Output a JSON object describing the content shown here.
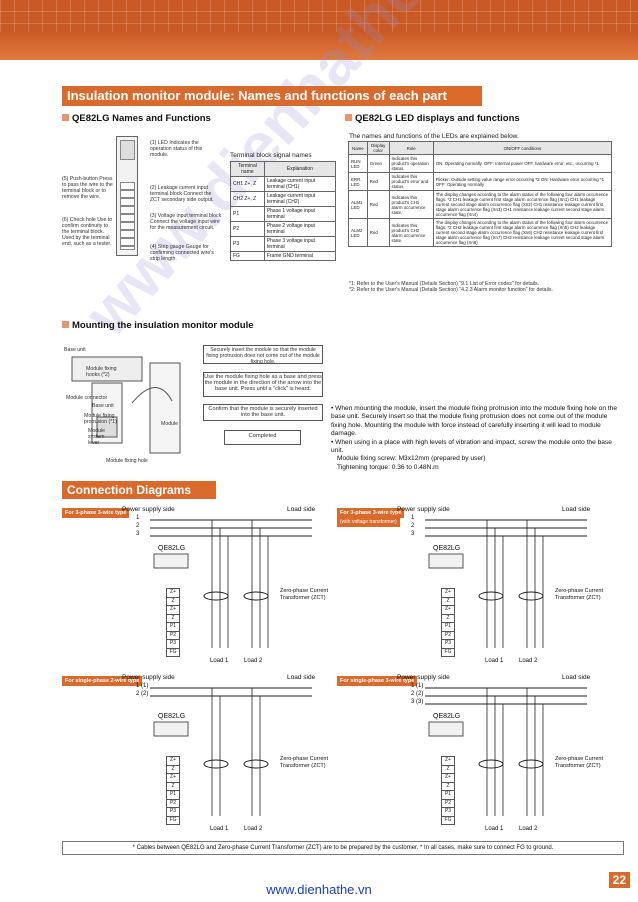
{
  "header": {
    "title": "Insulation monitor module: Names and functions of each part"
  },
  "names_section": {
    "heading": "QE82LG Names and Functions",
    "callouts": [
      {
        "num": "(1)",
        "text": "LED Indicates the operation status of this module."
      },
      {
        "num": "(5)",
        "text": "Push-button Press to pass the wire to the terminal block or to remove the wire."
      },
      {
        "num": "(2)",
        "text": "Leakage current input terminal block Connect the ZCT secondary side output."
      },
      {
        "num": "(3)",
        "text": "Voltage input terminal block Connect the voltage input wire for the measurement circuit."
      },
      {
        "num": "(6)",
        "text": "Check hole Use to confirm continuity to the terminal block. Used by the terminal end, such as a tester."
      },
      {
        "num": "(4)",
        "text": "Strip gauge Gauge for confirming connected wire's strip length."
      }
    ],
    "terminal_table": {
      "caption": "Terminal block signal names",
      "headers": [
        "Terminal name",
        "Explanation"
      ],
      "rows": [
        [
          "CH1 Z+, Z",
          "Leakage current input terminal (CH1)"
        ],
        [
          "CH2 Z+, Z",
          "Leakage current input terminal (CH2)"
        ],
        [
          "P1",
          "Phase 1 voltage input terminal"
        ],
        [
          "P2",
          "Phase 2 voltage input terminal"
        ],
        [
          "P3",
          "Phase 3 voltage input terminal"
        ],
        [
          "FG",
          "Frame GND terminal"
        ]
      ]
    }
  },
  "led_section": {
    "heading": "QE82LG LED displays and functions",
    "intro": "The names and functions of the LEDs are explained below.",
    "headers": [
      "Name",
      "Display color",
      "Role",
      "ON/OFF conditions"
    ],
    "rows": [
      {
        "name": "RUN LED",
        "color": "Green",
        "role": "Indicates this product's operation status.",
        "cond": "ON: Operating normally. OFF: Internal power OFF, hardware error, etc., occurring *1"
      },
      {
        "name": "ERR. LED",
        "color": "Red",
        "role": "Indicates this product's error and status.",
        "cond": "Flicker: Outside setting value range error occurring *2 ON: Hardware error occurring *1 OFF: Operating normally"
      },
      {
        "name": "ALM1 LED",
        "color": "Red",
        "role": "Indicates this product's CH1 alarm occurrence state.",
        "cond": "The display changes according to the alarm status of the following four alarm occurrence flags. *2 CH1 leakage current first stage alarm occurrence flag (Xn1) CH1 leakage current second stage alarm occurrence flag (Xn2) CH1 resistance leakage current first stage alarm occurrence flag (Xn3) CH1 resistance leakage current second stage alarm occurrence flag (Xn4)"
      },
      {
        "name": "ALM2 LED",
        "color": "Red",
        "role": "Indicates this product's CH2 alarm occurrence state.",
        "cond": "The display changes according to the alarm status of the following four alarm occurrence flags. *2 CH2 leakage current first stage alarm occurrence flag (Xn5) CH2 leakage current second stage alarm occurrence flag (Xn6) CH2 resistance leakage current first stage alarm occurrence flag (Xn7) CH2 resistance leakage current second stage alarm occurrence flag (Xn8)"
      }
    ],
    "notes": [
      "*1: Refer to the User's Manual (Details Section) \"9.1 List of Error codes\" for details.",
      "*2: Refer to the User's Manual (Details Section) \"4.2.3 Alarm monitor function\" for details."
    ]
  },
  "mounting_section": {
    "heading": "Mounting the insulation monitor module",
    "labels": [
      "Base unit",
      "Module fixing hooks (*2)",
      "Module connector",
      "Base unit",
      "Module fixing protrusion (*1)",
      "Module system lever",
      "Module",
      "Module fixing hole"
    ],
    "steps": [
      "Securely insert the module so that the module fixing protrusion does not come out of the module fixing hole.",
      "Use the module fixing hole as a base and press the module in the direction of the arrow into the base unit. Press until a \"click\" is heard.",
      "Confirm that the module is securely inserted into the base unit.",
      "Completed"
    ],
    "bullets": [
      "When mounting the module, insert the module fixing protrusion into the module fixing hole on the base unit. Securely insert so that the module fixing protrusion does not come out of the module fixing hole. Mounting the module with force instead of carefully inserting it will lead to module damage.",
      "When using in a place with high levels of vibration and impact, screw the module onto the base unit.",
      "Module fixing screw: M3x12mm (prepared by user)",
      "Tightening torque: 0.36 to 0.48N.m"
    ]
  },
  "connection_section": {
    "title": "Connection Diagrams",
    "diagrams": [
      {
        "tag": "For 3-phase 3-wire type",
        "subtag": "",
        "lines": [
          "1",
          "2",
          "3"
        ]
      },
      {
        "tag": "For 3-phase 3-wire type",
        "subtag": "(with voltage transformer)",
        "lines": [
          "1",
          "2",
          "3"
        ]
      },
      {
        "tag": "For single-phase 2-wire type",
        "subtag": "",
        "lines": [
          "1 (1)",
          "2 (2)"
        ]
      },
      {
        "tag": "For single-phase 3-wire type",
        "subtag": "",
        "lines": [
          "1 (1)",
          "2 (2)",
          "3 (3)"
        ]
      }
    ],
    "power_label": "Power supply side",
    "load_label": "Load side",
    "module_name": "QE82LG",
    "terminals": [
      "Z+",
      "Z",
      "Z+",
      "Z",
      "P1",
      "P2",
      "P3",
      "FG"
    ],
    "zct_label": "Zero-phase Current Transformer (ZCT)",
    "load1": "Load 1",
    "load2": "Load 2",
    "note": "* Cables between QE82LG and Zero-phase Current Transformer (ZCT) are to be prepared by the customer. * In all cases, make sure to connect FG to ground."
  },
  "footer": {
    "url": "www.dienhathe.vn",
    "page": "22",
    "watermark": "www.dienhathe.vn"
  }
}
